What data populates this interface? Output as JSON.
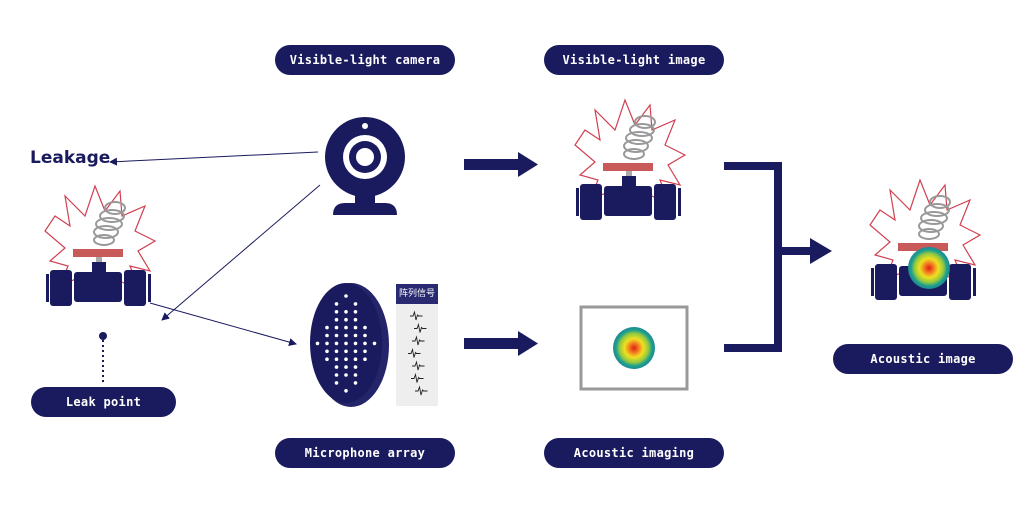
{
  "labels": {
    "leakage": "Leakage",
    "visible_light_camera": "Visible-light camera",
    "visible_light_image": "Visible-light image",
    "microphone_array": "Microphone array",
    "acoustic_imaging": "Acoustic imaging",
    "acoustic_image": "Acoustic image",
    "leak_point": "Leak point",
    "array_signal": "阵列信号"
  },
  "colors": {
    "navy": "#1a1a5e",
    "burst": "#d04050",
    "handle": "#c85a5a",
    "heat_outer": "#20a090",
    "heat_mid": "#f0e020",
    "heat_core": "#e02010"
  },
  "icons": [
    "valve-icon",
    "leak-burst-icon",
    "spring-icon",
    "webcam-icon",
    "microphone-array-icon",
    "signal-waveform-icon",
    "heatmap-icon",
    "arrow-icon"
  ]
}
